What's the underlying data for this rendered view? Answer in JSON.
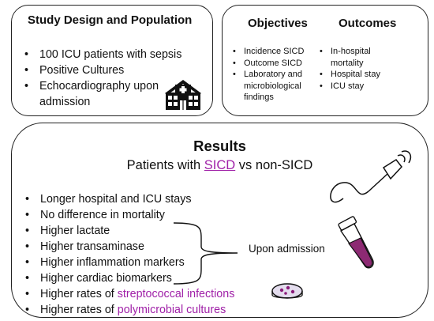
{
  "study": {
    "title": "Study Design and Population",
    "items": [
      "100 ICU patients with sepsis",
      "Positive Cultures",
      "Echocardiography upon",
      "admission"
    ],
    "icon": "hospital-icon"
  },
  "objectives": {
    "title": "Objectives",
    "items": [
      "Incidence SICD",
      "Outcome SICD",
      "Laboratory and",
      "microbiological",
      "findings"
    ]
  },
  "outcomes": {
    "title": "Outcomes",
    "items": [
      "In-hospital",
      "mortality",
      "Hospital stay",
      "ICU stay"
    ]
  },
  "results": {
    "title": "Results",
    "subtitle_prefix": "Patients with ",
    "subtitle_highlight": "SICD",
    "subtitle_suffix": " vs non-SICD",
    "items": [
      {
        "text": "Longer hospital and ICU stays",
        "highlight": ""
      },
      {
        "text": "No difference in mortality",
        "highlight": ""
      },
      {
        "text": "Higher lactate",
        "highlight": ""
      },
      {
        "text": "Higher transaminase",
        "highlight": ""
      },
      {
        "text": "Higher inflammation markers",
        "highlight": ""
      },
      {
        "text": "Higher cardiac biomarkers",
        "highlight": ""
      },
      {
        "text": "Higher rates of ",
        "highlight": "streptococcal infections"
      },
      {
        "text": "Higher rates of ",
        "highlight": "polymicrobial cultures"
      }
    ],
    "bracket_label": "Upon admission",
    "highlight_color": "#a021a8",
    "icons": [
      "ultrasound-probe-icon",
      "test-tube-icon",
      "petri-dish-icon"
    ]
  }
}
